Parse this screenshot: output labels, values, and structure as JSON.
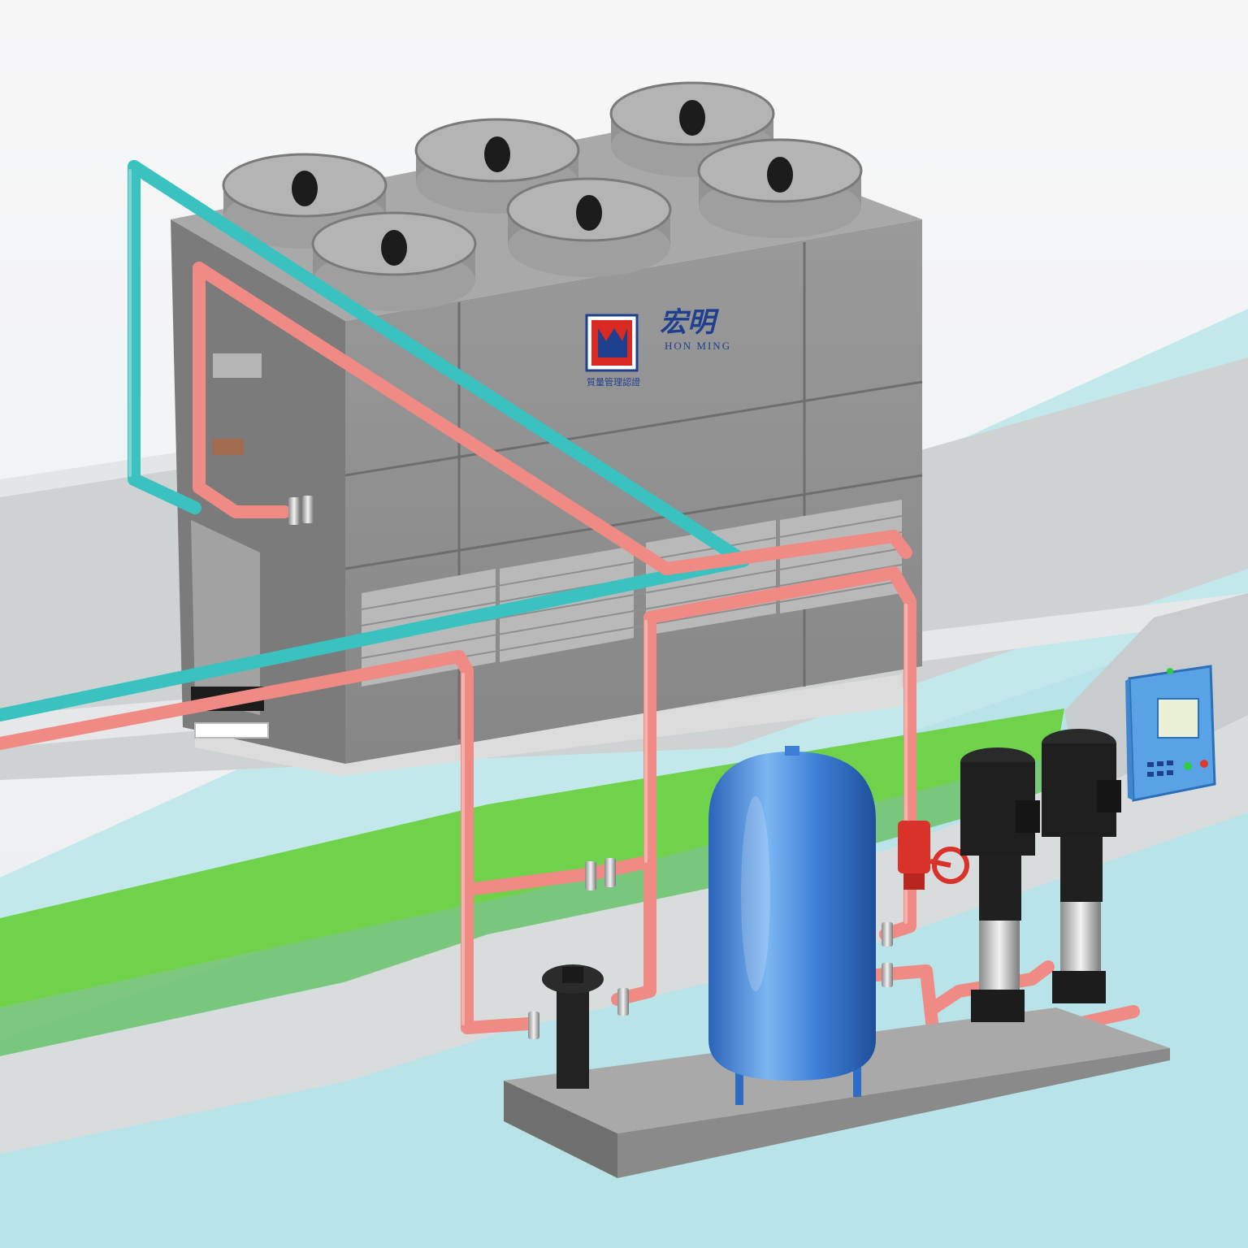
{
  "brand": {
    "name_cn": "宏明",
    "name_en": "HON MING",
    "tagline": "質量管理認證"
  },
  "colors": {
    "background": "#f4f5f6",
    "floor": "#bfe6ea",
    "green_stripe": "#6fd24a",
    "tower_body": "#8e8e8e",
    "tower_top": "#a7a7a7",
    "fan_shroud": "#9c9c9c",
    "motor": "#1c1c1c",
    "hot_pipe": "#f08a84",
    "cold_pipe": "#39c2c0",
    "tank": "#3d7fd6",
    "pump": "#202020",
    "control_box": "#5aa2e6",
    "valve": "#d9322b",
    "skid": "#9a9a9a"
  },
  "icons": {
    "logo": "hon-ming-logo",
    "controller": "control-panel-icon"
  }
}
